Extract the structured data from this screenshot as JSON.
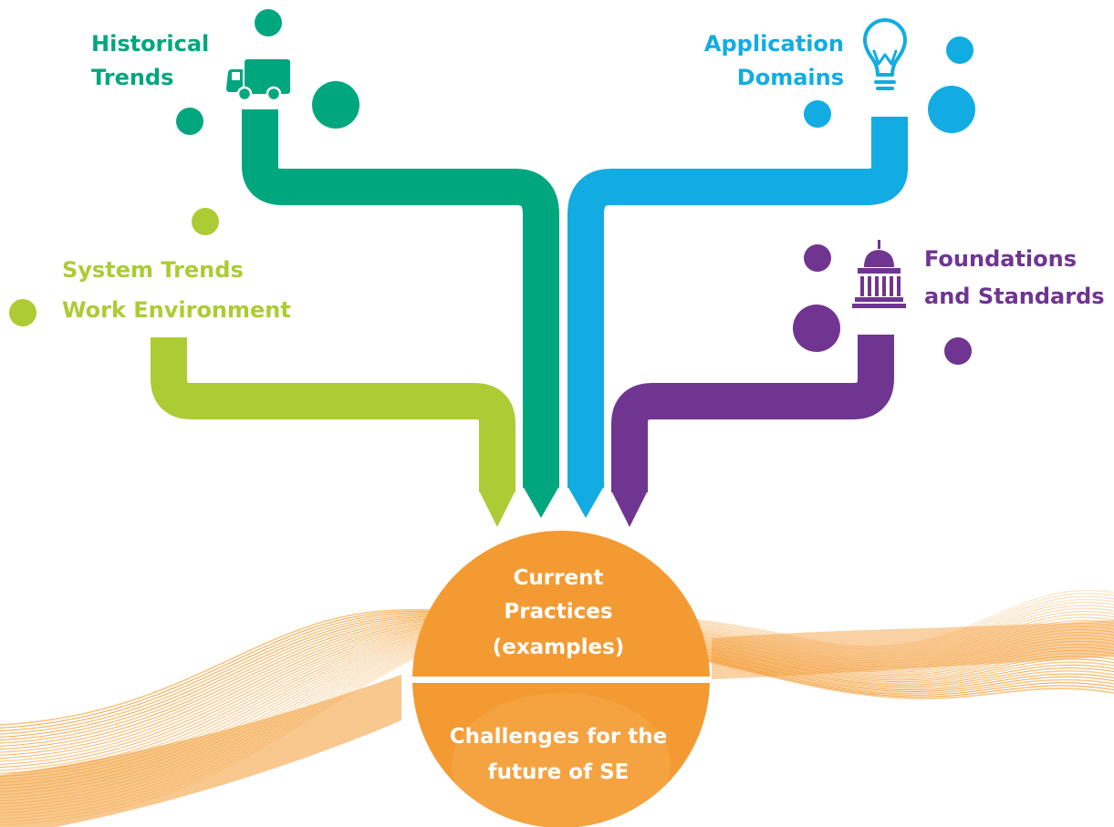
{
  "colors": {
    "green": "#00a77e",
    "blue": "#12ace2",
    "lime": "#adcb34",
    "purple": "#6f3591",
    "orange": "#f39a32",
    "orange_light": "#f8c27a",
    "white": "#ffffff"
  },
  "labels": {
    "historical_line1": "Historical",
    "historical_line2": "Trends",
    "application_line1": "Application",
    "application_line2": "Domains",
    "system_trends": "System Trends",
    "work_environment": "Work Environment",
    "foundations_line1": "Foundations",
    "foundations_line2": "and Standards"
  },
  "center": {
    "top_line1": "Current",
    "top_line2": "Practices",
    "top_line3": "(examples)",
    "bottom_line1": "Challenges for the",
    "bottom_line2": "future of SE"
  },
  "icons": {
    "historical": "truck-icon",
    "application": "lightbulb-icon",
    "foundations": "capitol-building-icon"
  }
}
